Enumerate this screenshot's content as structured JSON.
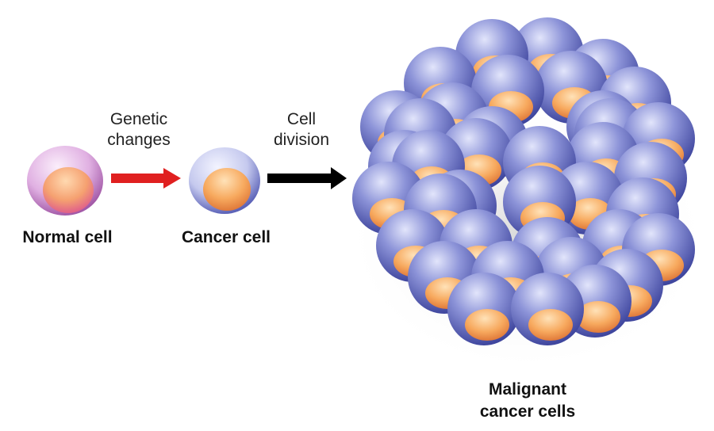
{
  "labels": {
    "normal_cell": "Normal cell",
    "cancer_cell": "Cancer cell",
    "genetic_changes": [
      "Genetic",
      "changes"
    ],
    "cell_division": [
      "Cell",
      "division"
    ],
    "malignant": [
      "Malignant",
      "cancer cells"
    ]
  },
  "colors": {
    "normal_membrane": "#d9a6dc",
    "cancer_membrane": "#7f86cf",
    "nucleus": "#f5a860",
    "red_arrow": "#e02020",
    "black_arrow": "#000000"
  }
}
